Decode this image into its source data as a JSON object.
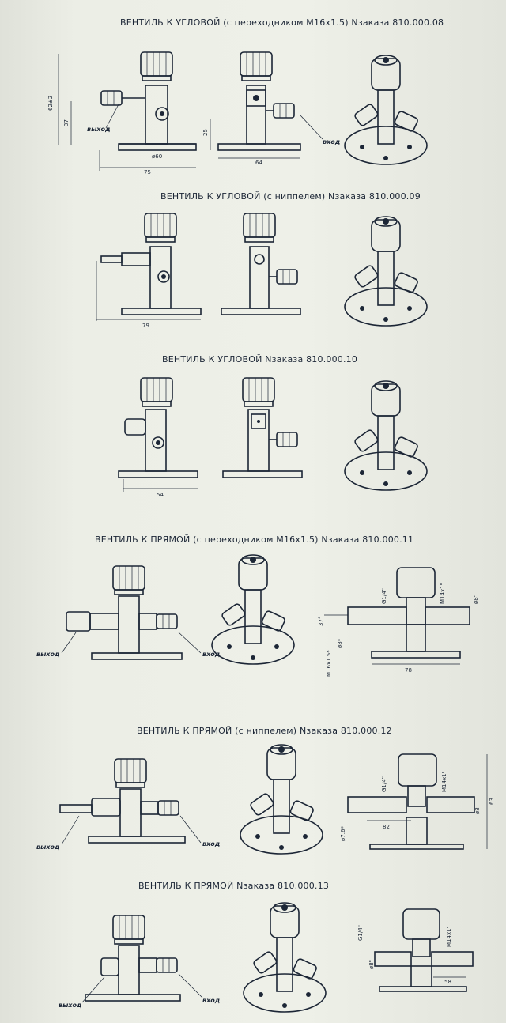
{
  "sections": [
    {
      "title": "ВЕНТИЛЬ К УГЛОВОЙ (с переходником  М16х1.5) Nзаказа 810.000.08",
      "dims": {
        "h1": "62±2",
        "h2": "37",
        "w1": "ø60",
        "w2": "75",
        "h3": "25",
        "w3": "64"
      },
      "labels": {
        "out": "выход",
        "in": "вход"
      }
    },
    {
      "title": "ВЕНТИЛЬ К УГЛОВОЙ (с ниппелем) Nзаказа 810.000.09",
      "dims": {
        "w1": "79"
      }
    },
    {
      "title": "ВЕНТИЛЬ К УГЛОВОЙ    Nзаказа 810.000.10",
      "dims": {
        "w1": "54"
      }
    },
    {
      "title": "ВЕНТИЛЬ К ПРЯМОЙ (с переходником  М16х1.5) Nзаказа 810.000.11",
      "dims": {
        "a": "37°",
        "t1": "G1/4\"",
        "t2": "М14х1\"",
        "d1": "ø8\"",
        "d2": "ø8*",
        "d3": "М16х1.5*",
        "w": "78"
      },
      "labels": {
        "out": "выход",
        "in": "вход"
      }
    },
    {
      "title": "ВЕНТИЛЬ К ПРЯМОЙ (с ниппелем) Nзаказа 810.000.12",
      "dims": {
        "t1": "G1/4\"",
        "t2": "М14х1\"",
        "d1": "ø7.6*",
        "w": "82",
        "h": "63",
        "d2": "ø8"
      },
      "labels": {
        "out": "выход",
        "in": "вход"
      }
    },
    {
      "title": "ВЕНТИЛЬ К ПРЯМОЙ    Nзаказа 810.000.13",
      "dims": {
        "t1": "G1/4\"",
        "t2": "М14х1\"",
        "d1": "ø8\"",
        "w": "58"
      },
      "labels": {
        "out": "выход",
        "in": "вход"
      }
    }
  ]
}
